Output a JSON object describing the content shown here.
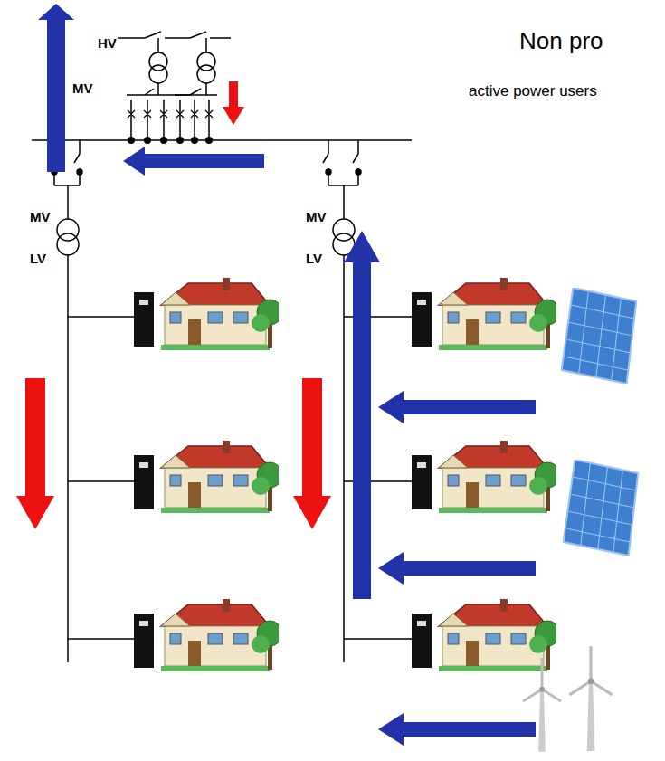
{
  "diagram": {
    "title": "Non pro",
    "labels": [
      "HV",
      "MV",
      "MV",
      "LV",
      "MV",
      "LV",
      "active power users"
    ]
  }
}
